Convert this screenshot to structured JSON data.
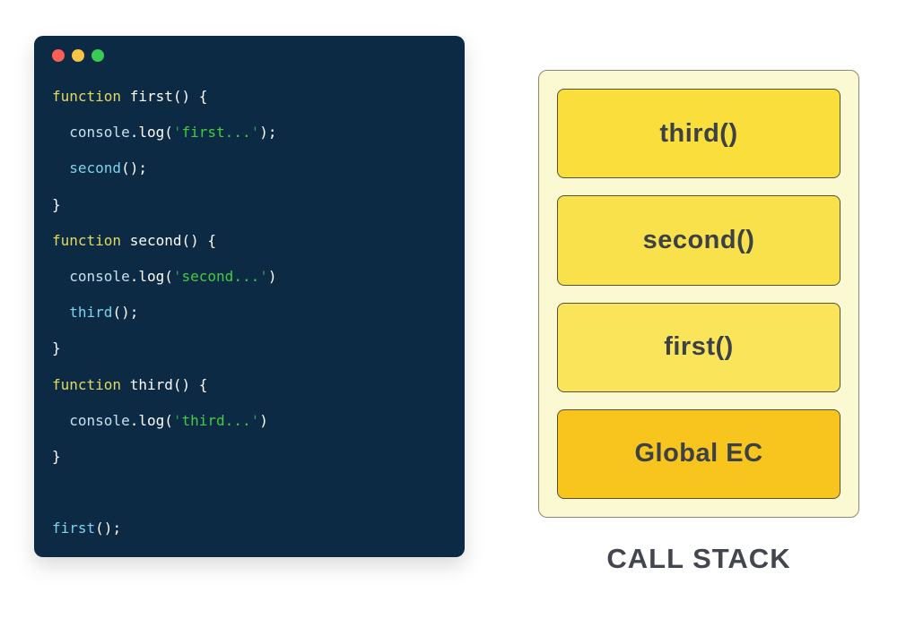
{
  "page": {
    "background": "#ffffff"
  },
  "code_window": {
    "background": "#0d2a45",
    "traffic_lights": [
      {
        "name": "close",
        "color": "#fa5e57"
      },
      {
        "name": "minimize",
        "color": "#f8c445"
      },
      {
        "name": "maximize",
        "color": "#3acb54"
      }
    ],
    "syntax_colors": {
      "keyword": "#e2da5e",
      "plain": "#fdfdfd",
      "object": "#c6e0ec",
      "call": "#7fd3ec",
      "quote": "#2f9e55",
      "string": "#41cc41"
    },
    "lines": [
      {
        "tokens": [
          {
            "t": "function",
            "c": "keyword"
          },
          {
            "t": " first() {",
            "c": "plain"
          }
        ]
      },
      {
        "tokens": [
          {
            "t": "  ",
            "c": "plain"
          },
          {
            "t": "console",
            "c": "object"
          },
          {
            "t": ".log(",
            "c": "plain"
          },
          {
            "t": "'",
            "c": "quote"
          },
          {
            "t": "first...",
            "c": "string"
          },
          {
            "t": "'",
            "c": "quote"
          },
          {
            "t": ");",
            "c": "plain"
          }
        ]
      },
      {
        "tokens": [
          {
            "t": "  ",
            "c": "plain"
          },
          {
            "t": "second",
            "c": "call"
          },
          {
            "t": "();",
            "c": "plain"
          }
        ]
      },
      {
        "tokens": [
          {
            "t": "}",
            "c": "plain"
          }
        ]
      },
      {
        "tokens": [
          {
            "t": "function",
            "c": "keyword"
          },
          {
            "t": " second() {",
            "c": "plain"
          }
        ]
      },
      {
        "tokens": [
          {
            "t": "  ",
            "c": "plain"
          },
          {
            "t": "console",
            "c": "object"
          },
          {
            "t": ".log(",
            "c": "plain"
          },
          {
            "t": "'",
            "c": "quote"
          },
          {
            "t": "second...",
            "c": "string"
          },
          {
            "t": "'",
            "c": "quote"
          },
          {
            "t": ")",
            "c": "plain"
          }
        ]
      },
      {
        "tokens": [
          {
            "t": "  ",
            "c": "plain"
          },
          {
            "t": "third",
            "c": "call"
          },
          {
            "t": "();",
            "c": "plain"
          }
        ]
      },
      {
        "tokens": [
          {
            "t": "}",
            "c": "plain"
          }
        ]
      },
      {
        "tokens": [
          {
            "t": "function",
            "c": "keyword"
          },
          {
            "t": " third() {",
            "c": "plain"
          }
        ]
      },
      {
        "tokens": [
          {
            "t": "  ",
            "c": "plain"
          },
          {
            "t": "console",
            "c": "object"
          },
          {
            "t": ".log(",
            "c": "plain"
          },
          {
            "t": "'",
            "c": "quote"
          },
          {
            "t": "third...",
            "c": "string"
          },
          {
            "t": "'",
            "c": "quote"
          },
          {
            "t": ")",
            "c": "plain"
          }
        ]
      },
      {
        "tokens": [
          {
            "t": "}",
            "c": "plain"
          }
        ]
      },
      {
        "tokens": []
      },
      {
        "tokens": [
          {
            "t": "first",
            "c": "call"
          },
          {
            "t": "();",
            "c": "plain"
          }
        ]
      }
    ]
  },
  "call_stack": {
    "container_bg": "#fbf9d1",
    "container_border": "#8c8a74",
    "frame_border": "#55513b",
    "frame_text_color": "#3c4047",
    "frames": [
      {
        "label": "third()",
        "bg": "#f9de3c"
      },
      {
        "label": "second()",
        "bg": "#f9e14b"
      },
      {
        "label": "first()",
        "bg": "#fae45a"
      },
      {
        "label": "Global EC",
        "bg": "#f7c51e"
      }
    ],
    "caption": "CALL STACK",
    "caption_color": "#43464e"
  }
}
